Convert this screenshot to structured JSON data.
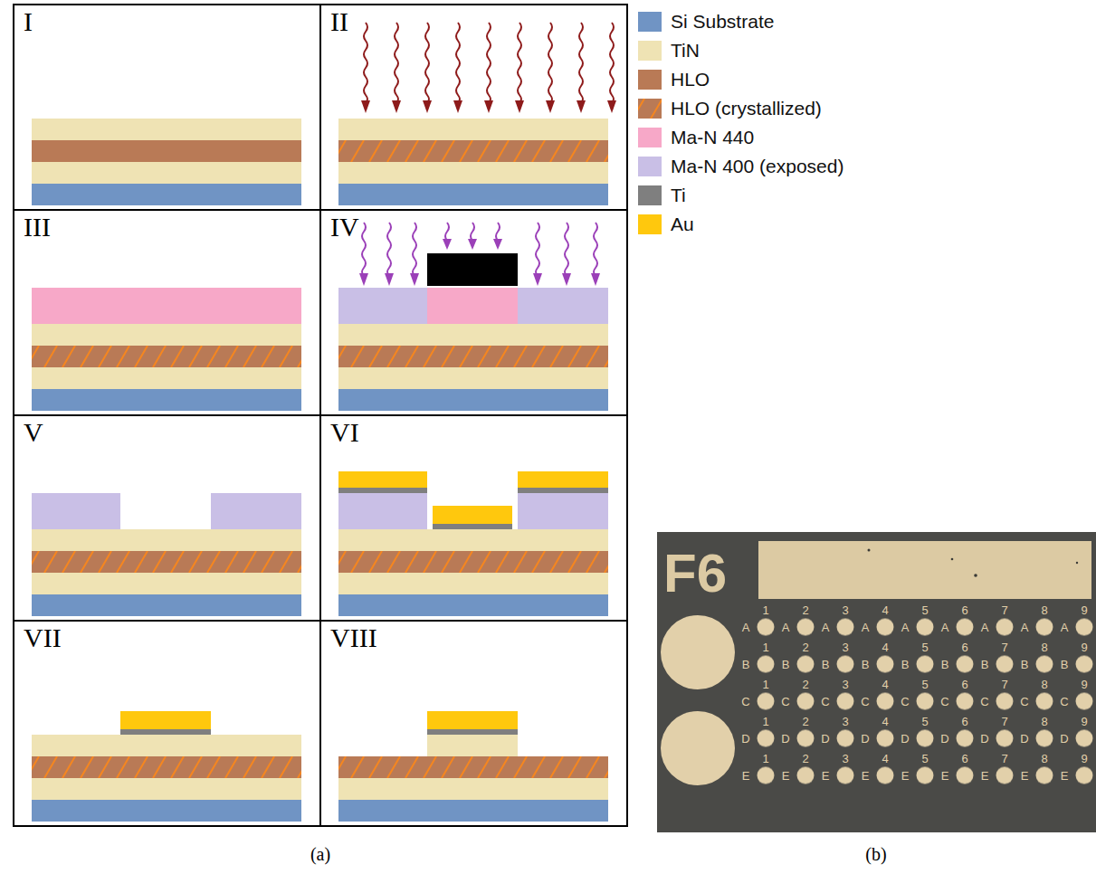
{
  "diagram": {
    "nodes": [
      {
        "text": [
          "I"
        ]
      },
      {
        "text": [
          "II"
        ]
      },
      {
        "text": [
          "III"
        ]
      },
      {
        "text": [
          "IV"
        ]
      },
      {
        "text": [
          "V"
        ]
      },
      {
        "text": [
          "VI"
        ]
      },
      {
        "text": [
          "VII"
        ]
      },
      {
        "text": [
          "VIII"
        ]
      }
    ],
    "labels": [
      "F6",
      "1",
      "2",
      "3",
      "4",
      "5",
      "6",
      "7",
      "8",
      "9",
      "A",
      "A",
      "A",
      "A",
      "A",
      "A",
      "A",
      "A",
      "A",
      "1",
      "2",
      "3",
      "4",
      "5",
      "6",
      "7",
      "8",
      "9",
      "B",
      "B",
      "B",
      "B",
      "B",
      "B",
      "B",
      "B",
      "B",
      "1",
      "2",
      "3",
      "4",
      "5",
      "6",
      "7",
      "8",
      "9",
      "C",
      "C",
      "C",
      "C",
      "C",
      "C",
      "C",
      "C",
      "C",
      "1",
      "2",
      "3",
      "4",
      "5",
      "6",
      "7",
      "8",
      "9",
      "D",
      "D",
      "D",
      "D",
      "D",
      "D",
      "D",
      "D",
      "D",
      "1",
      "2",
      "3",
      "4",
      "5",
      "6",
      "7",
      "8",
      "9",
      "E",
      "E",
      "E",
      "E",
      "E",
      "E",
      "E",
      "E",
      "E",
      "(a)",
      "(b)"
    ],
    "legend": [
      {
        "text": "Si Substrate",
        "color": "#7094c4"
      },
      {
        "text": "TiN",
        "color": "#efe3b4"
      },
      {
        "text": "HLO",
        "color": "#b97a56"
      },
      {
        "text": "HLO (crystallized)"
      },
      {
        "text": "Ma-N 440",
        "color": "#f7a8c8"
      },
      {
        "text": "Ma-N 400 (exposed)",
        "color": "#c9bfe6"
      },
      {
        "text": "Ti",
        "color": "#7f7f7f"
      },
      {
        "text": "Au",
        "color": "#ffc80d"
      }
    ]
  }
}
